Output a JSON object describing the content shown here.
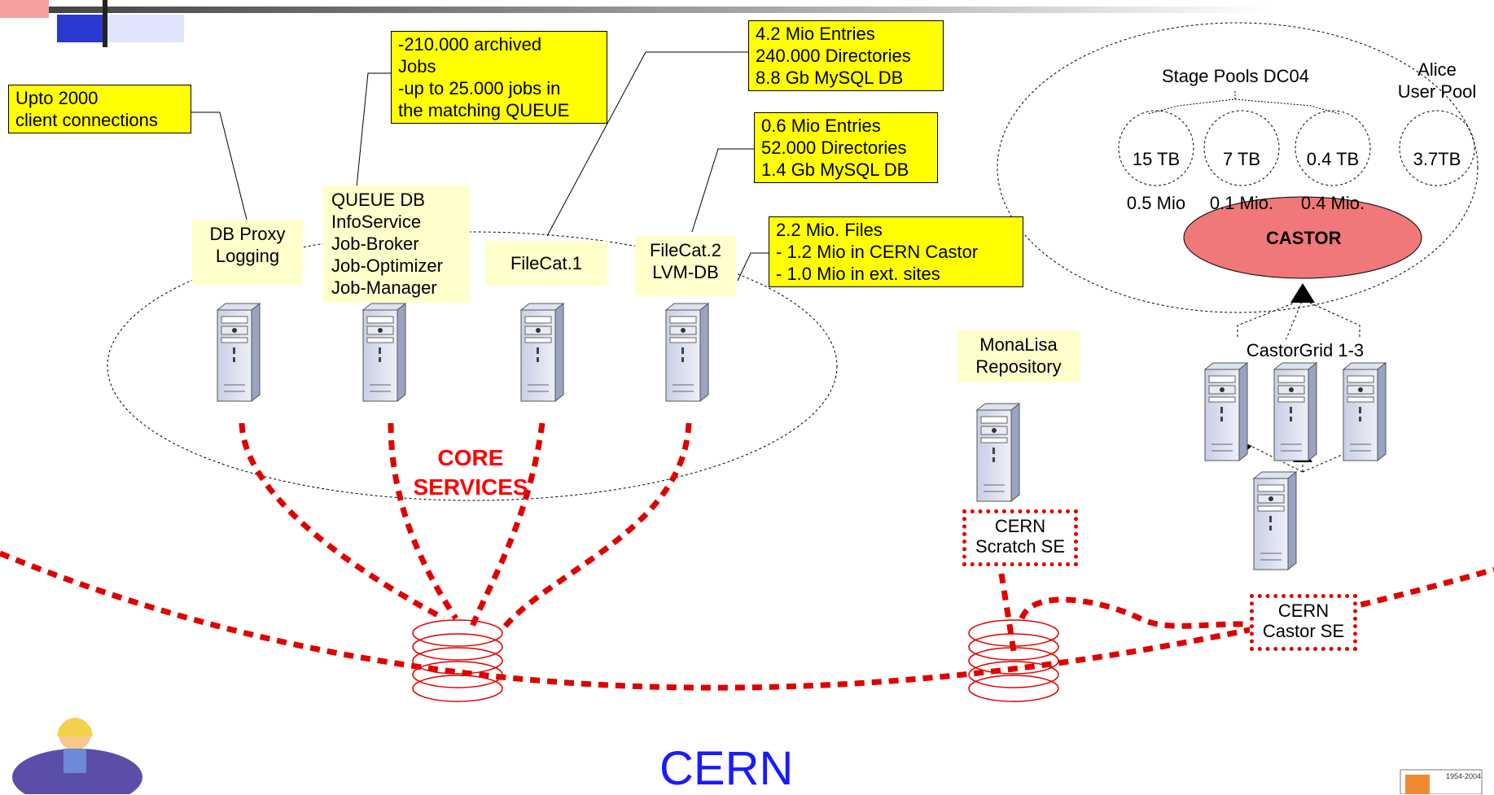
{
  "callouts": {
    "client_connections": "Upto 2000\nclient connections",
    "archived_jobs": "-210.000 archived\nJobs\n-up to 25.000 jobs in\nthe matching QUEUE",
    "filecat1_stats": "4.2 Mio Entries\n240.000 Directories\n8.8 Gb MySQL DB",
    "filecat2_stats": "0.6 Mio Entries\n52.000 Directories\n1.4 Gb MySQL DB",
    "files_stats": "2.2 Mio. Files\n- 1.2 Mio in CERN Castor\n- 1.0 Mio in ext. sites"
  },
  "servers": {
    "db_proxy": "DB Proxy\nLogging",
    "queue_db": "QUEUE DB\nInfoService\nJob-Broker\nJob-Optimizer\nJob-Manager",
    "filecat1": "FileCat.1",
    "filecat2": "FileCat.2\nLVM-DB",
    "monalisa": "MonaLisa\nRepository"
  },
  "core_services": "CORE\nSERVICES",
  "storage": {
    "stage_pools": "Stage Pools DC04",
    "alice_pool": "Alice\nUser Pool",
    "pools": [
      {
        "size": "15 TB",
        "files": "0.5 Mio"
      },
      {
        "size": "7 TB",
        "files": "0.1 Mio."
      },
      {
        "size": "0.4 TB",
        "files": "0.4 Mio."
      },
      {
        "size": "3.7TB",
        "files": ""
      }
    ],
    "castor": "CASTOR",
    "castor_grid": "CastorGrid 1-3"
  },
  "storage_elements": {
    "scratch": "CERN\nScratch SE",
    "castor_se": "CERN\nCastor SE"
  },
  "site": "CERN",
  "logo_years": "1954-2004",
  "colors": {
    "callout_bg": "#ffff00",
    "label_bg": "#ffffcc",
    "network": "#e00000",
    "castor_fill": "#f07878",
    "cern_text": "#1a1aff"
  }
}
